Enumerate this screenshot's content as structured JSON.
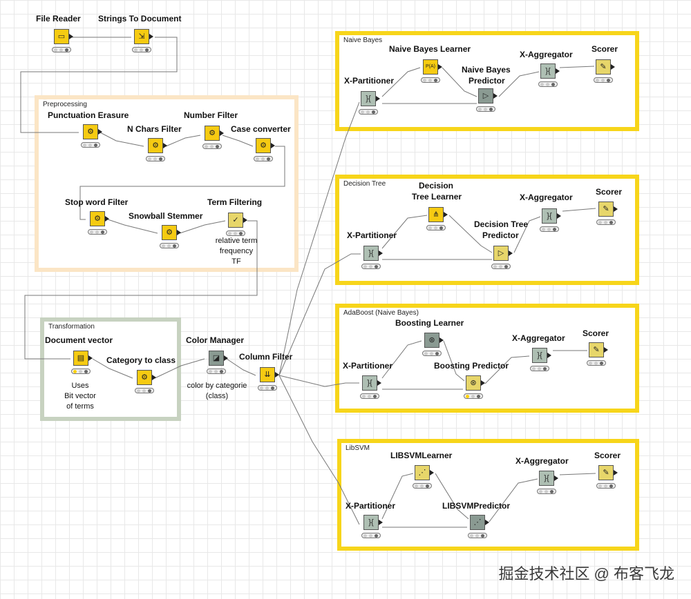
{
  "annotations": {
    "preprocessing": "Preprocessing",
    "transformation": "Transformation",
    "naive_bayes": "Naive Bayes",
    "decision_tree": "Decision Tree",
    "adaboost": "AdaBoost (Naive Bayes)",
    "libsvm": "LibSVM"
  },
  "nodes": {
    "file_reader": "File Reader",
    "strings_to_document": "Strings To Document",
    "punctuation_erasure": "Punctuation Erasure",
    "n_chars_filter": "N Chars Filter",
    "number_filter": "Number Filter",
    "case_converter": "Case converter",
    "stop_word_filter": "Stop word Filter",
    "snowball_stemmer": "Snowball Stemmer",
    "term_filtering": "Term Filtering",
    "document_vector": "Document vector",
    "category_to_class": "Category to class",
    "color_manager": "Color Manager",
    "column_filter": "Column Filter",
    "nb_x_partitioner": "X-Partitioner",
    "nb_learner": "Naive Bayes Learner",
    "nb_predictor_1": "Naive Bayes",
    "nb_predictor_2": "Predictor",
    "nb_x_aggregator": "X-Aggregator",
    "nb_scorer": "Scorer",
    "dt_x_partitioner": "X-Partitioner",
    "dt_learner_1": "Decision",
    "dt_learner_2": "Tree Learner",
    "dt_predictor_1": "Decision Tree",
    "dt_predictor_2": "Predictor",
    "dt_x_aggregator": "X-Aggregator",
    "dt_scorer": "Scorer",
    "ab_x_partitioner": "X-Partitioner",
    "ab_learner": "Boosting Learner",
    "ab_predictor": "Boosting Predictor",
    "ab_x_aggregator": "X-Aggregator",
    "ab_scorer": "Scorer",
    "svm_x_partitioner": "X-Partitioner",
    "svm_learner": "LIBSVMLearner",
    "svm_predictor": "LIBSVMPredictor",
    "svm_x_aggregator": "X-Aggregator",
    "svm_scorer": "Scorer"
  },
  "notes": {
    "term_filtering_1": "relative term",
    "term_filtering_2": "frequency",
    "term_filtering_3": "TF",
    "document_vector_1": "Uses",
    "document_vector_2": "Bit vector",
    "document_vector_3": "of terms",
    "color_manager_1": "color by categorie",
    "color_manager_2": "(class)"
  },
  "icons": {
    "file_reader": "file-reader-icon",
    "text_processing": "text-processing-icon",
    "partitioner": "x-partitioner-icon",
    "aggregator": "x-aggregator-icon",
    "scorer": "scorer-icon",
    "nb_learner_glyph": "P(A)"
  },
  "watermark": "掘金技术社区 @ 布客飞龙",
  "colors": {
    "node_yellow": "#f6cb12",
    "node_gray": "#aebfb3",
    "annotation_yellow": "#f7d51a",
    "annotation_orange": "#fbe5c5",
    "annotation_green": "#c7d2c0"
  }
}
